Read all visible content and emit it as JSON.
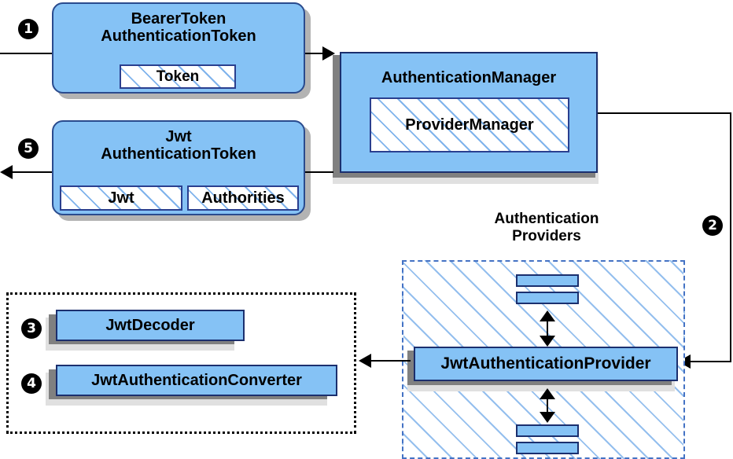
{
  "diagram": {
    "title": "Spring Security JWT Bearer Token Authentication Flow",
    "colors": {
      "box_fill": "#85c2f5",
      "box_border_round": "#2a4b8e",
      "box_border_rect": "#1b2f6e",
      "hatch_stripe": "#78afeb",
      "providers_border": "#4472c4",
      "group_border": "#000000",
      "shadow_dark": "#808080",
      "shadow_light": "#e0e0e0",
      "line": "#000000",
      "marker_fill": "#000000",
      "marker_text": "#ffffff"
    }
  },
  "markers": {
    "one": "1",
    "two": "2",
    "three": "3",
    "four": "4",
    "five": "5"
  },
  "bearer_token_box": {
    "title": "BearerToken\nAuthenticationToken",
    "inner": {
      "token": "Token"
    }
  },
  "jwt_token_box": {
    "title": "Jwt\nAuthenticationToken",
    "inner": {
      "jwt": "Jwt",
      "authorities": "Authorities"
    }
  },
  "authentication_manager_box": {
    "title": "AuthenticationManager",
    "inner": {
      "provider_manager": "ProviderManager"
    }
  },
  "authentication_providers": {
    "label": "Authentication\nProviders",
    "provider": "JwtAuthenticationProvider",
    "stub_bars": [
      "provider-stub-top-1",
      "provider-stub-top-2",
      "provider-stub-bottom-1",
      "provider-stub-bottom-2"
    ]
  },
  "jwt_support_group": {
    "decoder": "JwtDecoder",
    "converter": "JwtAuthenticationConverter"
  },
  "connectors": {
    "request_in": "request-input-line",
    "token_to_manager": "bearer-token-to-authentication-manager",
    "manager_to_provider": "authentication-manager-to-jwt-provider",
    "provider_to_support": "jwt-provider-to-support-components",
    "result_out": "authentication-result-output-line",
    "provider_stub_link_top": "provider-stub-link-top",
    "provider_stub_link_bottom": "provider-stub-link-bottom"
  }
}
